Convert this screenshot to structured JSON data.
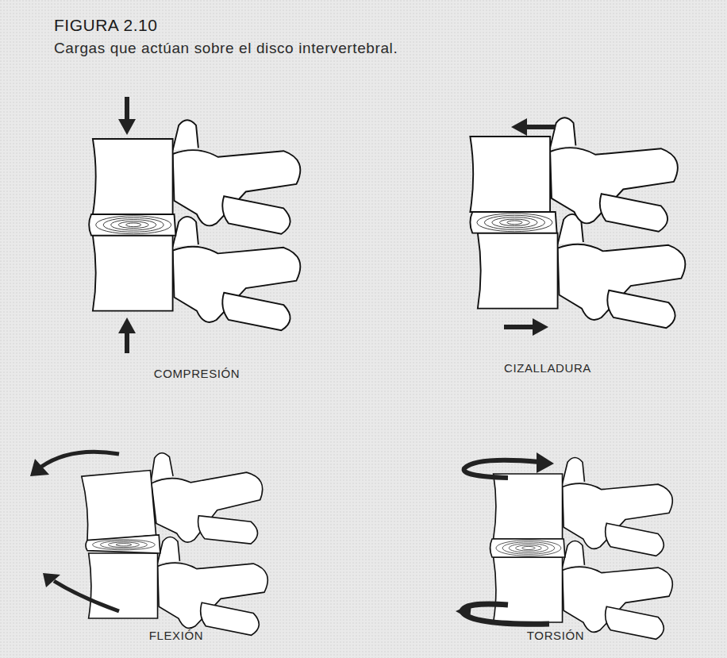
{
  "diagram": {
    "title": "FIGURA 2.10",
    "caption": "Cargas que actúan sobre el disco intervertebral.",
    "labels": [
      "COMPRESIÓN",
      "CIZALLADURA",
      "FLEXIÓN",
      "TORSIÓN"
    ]
  }
}
